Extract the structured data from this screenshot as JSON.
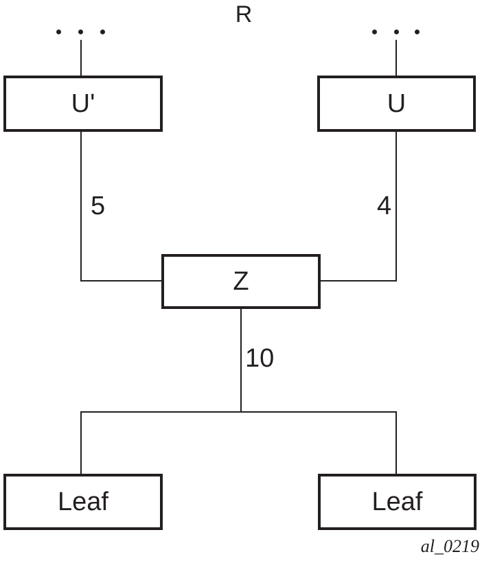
{
  "figure": {
    "root_label": "R",
    "caption": "al_0219",
    "nodes": [
      {
        "id": "u-prime",
        "label": "U'"
      },
      {
        "id": "u",
        "label": "U"
      },
      {
        "id": "z",
        "label": "Z"
      },
      {
        "id": "leaf-left",
        "label": "Leaf"
      },
      {
        "id": "leaf-right",
        "label": "Leaf"
      }
    ],
    "edges": [
      {
        "from": "U'",
        "to": "Z",
        "weight": "5"
      },
      {
        "from": "U",
        "to": "Z",
        "weight": "4"
      },
      {
        "from": "Z",
        "to": "leaves",
        "weight": "10"
      }
    ],
    "colors": {
      "line": "#231f20",
      "background": "#ffffff"
    }
  }
}
